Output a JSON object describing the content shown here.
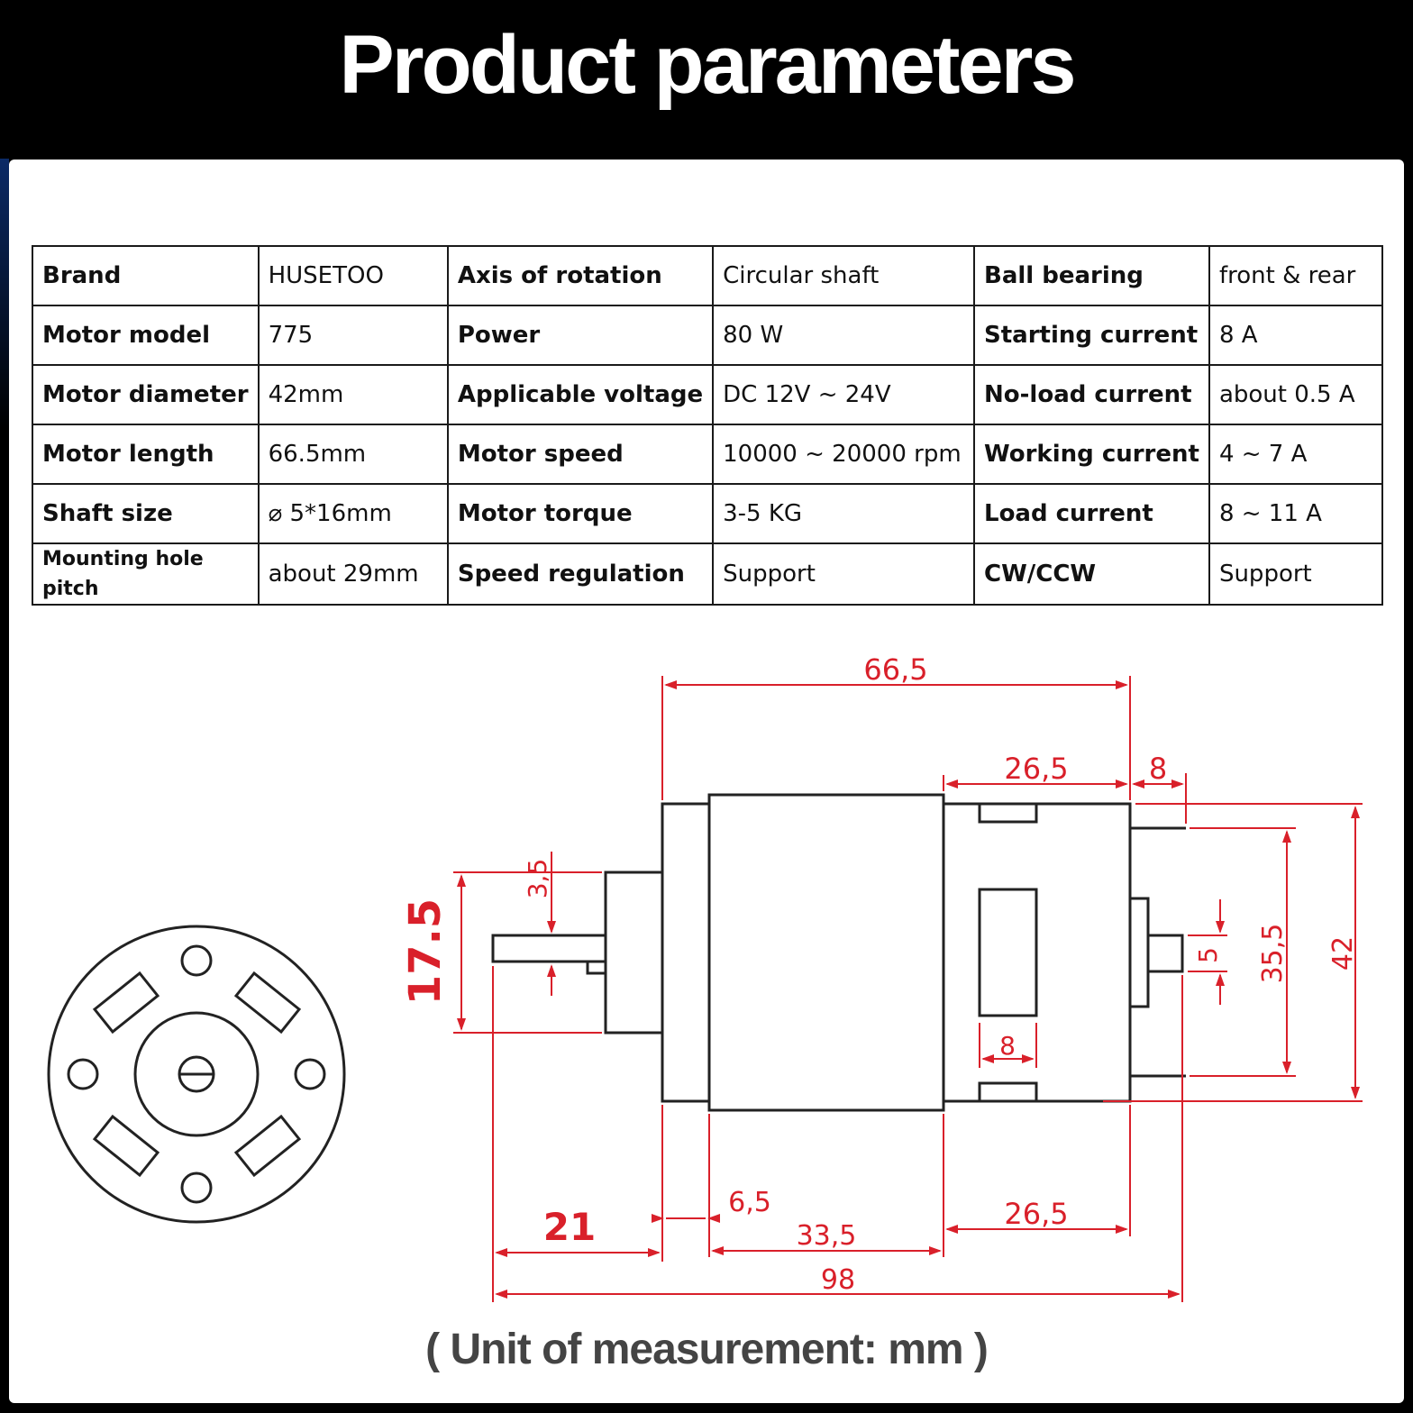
{
  "header": {
    "title": "Product parameters"
  },
  "table": {
    "rows": [
      [
        "Brand",
        "HUSETOO",
        "Axis of rotation",
        "Circular shaft",
        "Ball bearing",
        "front & rear"
      ],
      [
        "Motor model",
        "775",
        "Power",
        "80 W",
        "Starting current",
        "8 A"
      ],
      [
        "Motor diameter",
        "42mm",
        "Applicable voltage",
        "DC 12V ~ 24V",
        "No-load current",
        "about 0.5 A"
      ],
      [
        "Motor length",
        "66.5mm",
        "Motor speed",
        "10000 ~ 20000 rpm",
        "Working current",
        "4 ~ 7 A"
      ],
      [
        "Shaft size",
        "⌀  5*16mm",
        "Motor torque",
        "3-5 KG",
        "Load current",
        "8 ~ 11 A"
      ],
      [
        "Mounting hole pitch",
        "about 29mm",
        "Speed regulation",
        "Support",
        "CW/CCW",
        "Support"
      ]
    ]
  },
  "dimensions": {
    "overall_body": "66,5",
    "rear_section": "26,5",
    "terminal": "8",
    "front_step": "3,5",
    "shaft_height": "17.5",
    "rear_boss": "5",
    "terminal_span": "35,5",
    "diameter": "42",
    "window_width": "8",
    "shaft_length": "21",
    "front_cap": "6,5",
    "middle_section": "33,5",
    "rear_bottom": "26,5",
    "total_length": "98"
  },
  "footer": {
    "note": "( Unit of measurement: mm )"
  },
  "colors": {
    "dimension": "#d9202a",
    "outline": "#222222"
  }
}
